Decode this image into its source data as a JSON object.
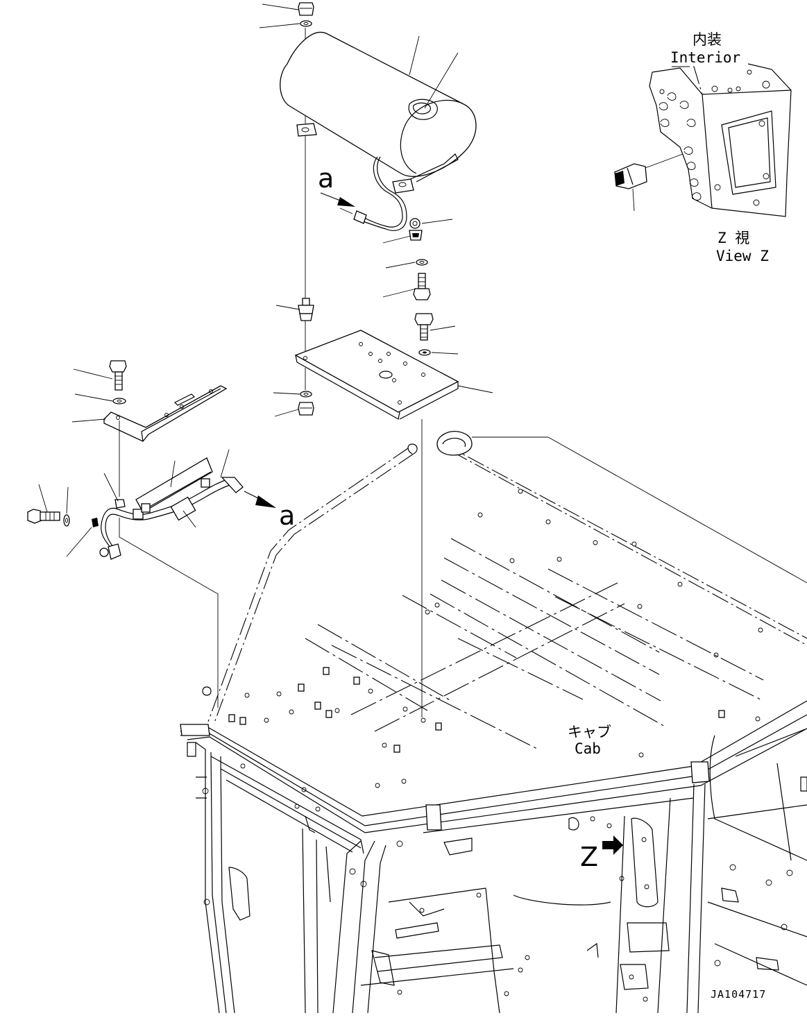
{
  "labels": {
    "interior_jp": "内装",
    "interior_en": "Interior",
    "view_jp": "Z  視",
    "view_en": "View Z",
    "cab_jp": "キャブ",
    "cab_en": "Cab",
    "ref_a_top": "a",
    "ref_a_bottom": "a",
    "view_marker": "Z",
    "drawing_id": "JA104717"
  },
  "colors": {
    "line": "#000000",
    "background": "#ffffff"
  }
}
